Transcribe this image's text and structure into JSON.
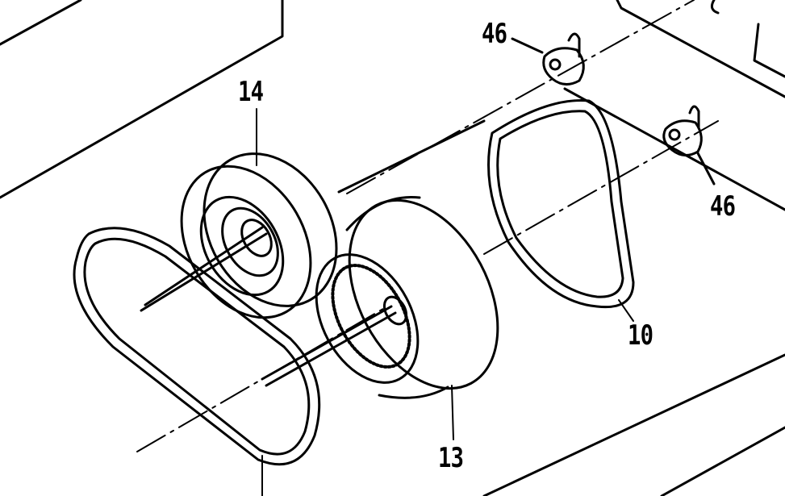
{
  "diagram": {
    "callouts": [
      {
        "id": "fastener-top",
        "label": "46"
      },
      {
        "id": "pulley-large",
        "label": "14"
      },
      {
        "id": "fastener-right",
        "label": "46"
      },
      {
        "id": "belt-small",
        "label": "10"
      },
      {
        "id": "pulley-drum",
        "label": "13"
      }
    ]
  }
}
